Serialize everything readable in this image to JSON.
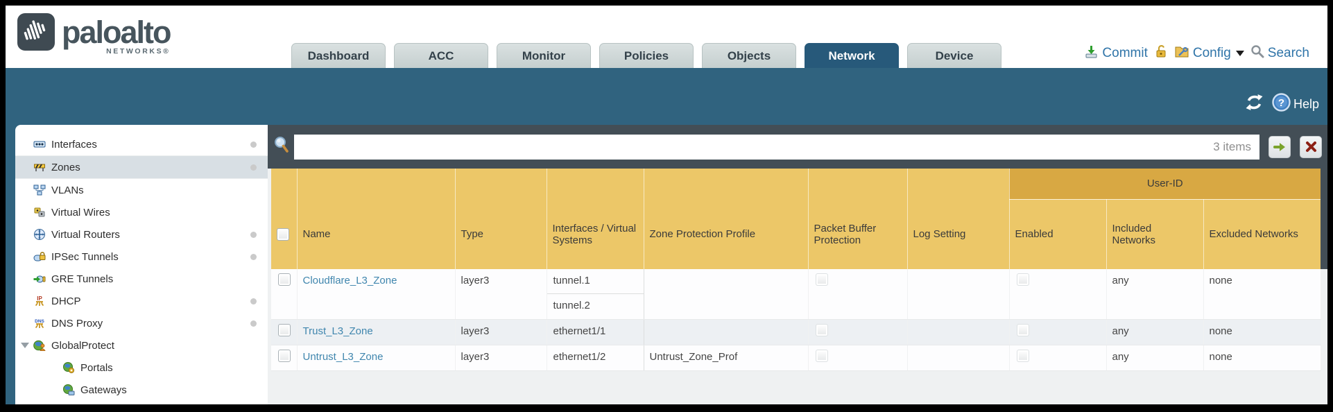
{
  "brand": {
    "wordmark": "paloalto",
    "subtext": "NETWORKS®"
  },
  "nav": {
    "tabs": [
      {
        "label": "Dashboard",
        "active": false
      },
      {
        "label": "ACC",
        "active": false
      },
      {
        "label": "Monitor",
        "active": false
      },
      {
        "label": "Policies",
        "active": false
      },
      {
        "label": "Objects",
        "active": false
      },
      {
        "label": "Network",
        "active": true
      },
      {
        "label": "Device",
        "active": false
      }
    ],
    "actions": [
      {
        "label": "Commit",
        "icon": "commit-icon",
        "caret": false
      },
      {
        "label": "",
        "icon": "lock-icon",
        "caret": false
      },
      {
        "label": "Config",
        "icon": "config-icon",
        "caret": true
      },
      {
        "label": "Search",
        "icon": "search-icon",
        "caret": false
      }
    ]
  },
  "band": {
    "help_label": "Help",
    "icons": [
      "refresh-icon",
      "help-icon"
    ]
  },
  "sidebar": {
    "items": [
      {
        "label": "Interfaces",
        "icon": "interfaces-icon",
        "dot": true,
        "selected": false,
        "child": false,
        "expander": false
      },
      {
        "label": "Zones",
        "icon": "zones-icon",
        "dot": true,
        "selected": true,
        "child": false,
        "expander": false
      },
      {
        "label": "VLANs",
        "icon": "vlans-icon",
        "dot": false,
        "selected": false,
        "child": false,
        "expander": false
      },
      {
        "label": "Virtual Wires",
        "icon": "virtual-wires-icon",
        "dot": false,
        "selected": false,
        "child": false,
        "expander": false
      },
      {
        "label": "Virtual Routers",
        "icon": "virtual-routers-icon",
        "dot": true,
        "selected": false,
        "child": false,
        "expander": false
      },
      {
        "label": "IPSec Tunnels",
        "icon": "ipsec-tunnels-icon",
        "dot": true,
        "selected": false,
        "child": false,
        "expander": false
      },
      {
        "label": "GRE Tunnels",
        "icon": "gre-tunnels-icon",
        "dot": false,
        "selected": false,
        "child": false,
        "expander": false
      },
      {
        "label": "DHCP",
        "icon": "dhcp-icon",
        "dot": true,
        "selected": false,
        "child": false,
        "expander": false
      },
      {
        "label": "DNS Proxy",
        "icon": "dns-proxy-icon",
        "dot": true,
        "selected": false,
        "child": false,
        "expander": false
      },
      {
        "label": "GlobalProtect",
        "icon": "globalprotect-icon",
        "dot": false,
        "selected": false,
        "child": false,
        "expander": true
      },
      {
        "label": "Portals",
        "icon": "portals-icon",
        "dot": false,
        "selected": false,
        "child": true,
        "expander": false
      },
      {
        "label": "Gateways",
        "icon": "gateways-icon",
        "dot": false,
        "selected": false,
        "child": true,
        "expander": false
      }
    ]
  },
  "toolbar": {
    "filter_value": "",
    "count": "3 items"
  },
  "table": {
    "user_id_group_label": "User-ID",
    "columns": [
      "Name",
      "Type",
      "Interfaces / Virtual Systems",
      "Zone Protection Profile",
      "Packet Buffer Protection",
      "Log Setting",
      "Enabled",
      "Included Networks",
      "Excluded Networks"
    ],
    "rows": [
      {
        "name": "Cloudflare_L3_Zone",
        "type": "layer3",
        "interfaces": [
          "tunnel.1",
          "tunnel.2"
        ],
        "zone_protection_profile": "",
        "packet_buffer_protection": false,
        "log_setting": "",
        "user_id_enabled": false,
        "included_networks": "any",
        "excluded_networks": "none"
      },
      {
        "name": "Trust_L3_Zone",
        "type": "layer3",
        "interfaces": [
          "ethernet1/1"
        ],
        "zone_protection_profile": "",
        "packet_buffer_protection": false,
        "log_setting": "",
        "user_id_enabled": false,
        "included_networks": "any",
        "excluded_networks": "none"
      },
      {
        "name": "Untrust_L3_Zone",
        "type": "layer3",
        "interfaces": [
          "ethernet1/2"
        ],
        "zone_protection_profile": "Untrust_Zone_Prof",
        "packet_buffer_protection": false,
        "log_setting": "",
        "user_id_enabled": false,
        "included_networks": "any",
        "excluded_networks": "none"
      }
    ]
  },
  "colors": {
    "teal_band": "#30637f",
    "active_tab": "#27597a",
    "header_gold": "#ecc768",
    "user_id_band": "#d8a843",
    "toolbar_dark": "#434e56",
    "link": "#4086ae"
  }
}
